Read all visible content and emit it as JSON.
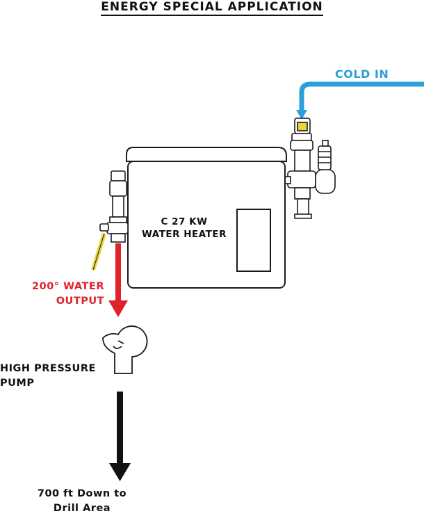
{
  "title": "ENERGY SPECIAL APPLICATION",
  "heater": {
    "line1": "C 27 KW",
    "line2": "WATER HEATER"
  },
  "cold_in": {
    "label": "COLD IN",
    "color": "#2a9fd8"
  },
  "hot_output": {
    "line1": "200° WATER",
    "line2": "OUTPUT",
    "color": "#e0222b"
  },
  "pump": {
    "line1": "HIGH PRESSURE",
    "line2": "PUMP"
  },
  "drill": {
    "line1": "700 ft Down to",
    "line2": "Drill Area"
  },
  "colors": {
    "valve_handle": "#e8d63a",
    "outline": "#1a1a1a",
    "down_arrow": "#111111"
  }
}
